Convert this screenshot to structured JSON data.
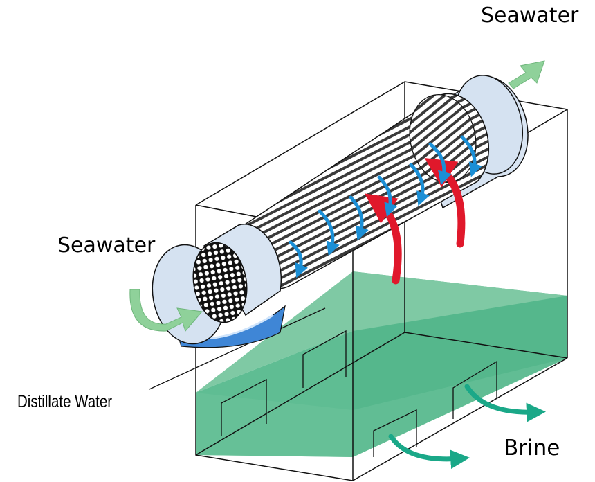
{
  "labels": {
    "seawater_outlet": "Seawater",
    "seawater_inlet": "Seawater",
    "distillate": "Distillate Water",
    "brine": "Brine"
  },
  "colors": {
    "water_green": "#55b78c",
    "shell_blue": "#d8e4f2",
    "tube_stripes": "#3a3a3a",
    "seawater_flow_arrow": "#8fd19a",
    "vapor_arrow_red": "#e0182b",
    "condensate_arrow_blue": "#1b8fd6",
    "brine_arrow": "#1aa888"
  },
  "icons": {
    "inlet_arrow": "curved-arrow-icon",
    "outlet_arrow": "arrow-up-right-icon",
    "vapor_arrows": "curved-arrow-up-icon",
    "condensate_arrows": "curved-arrow-down-icon",
    "brine_arrows": "curved-arrow-right-icon"
  }
}
